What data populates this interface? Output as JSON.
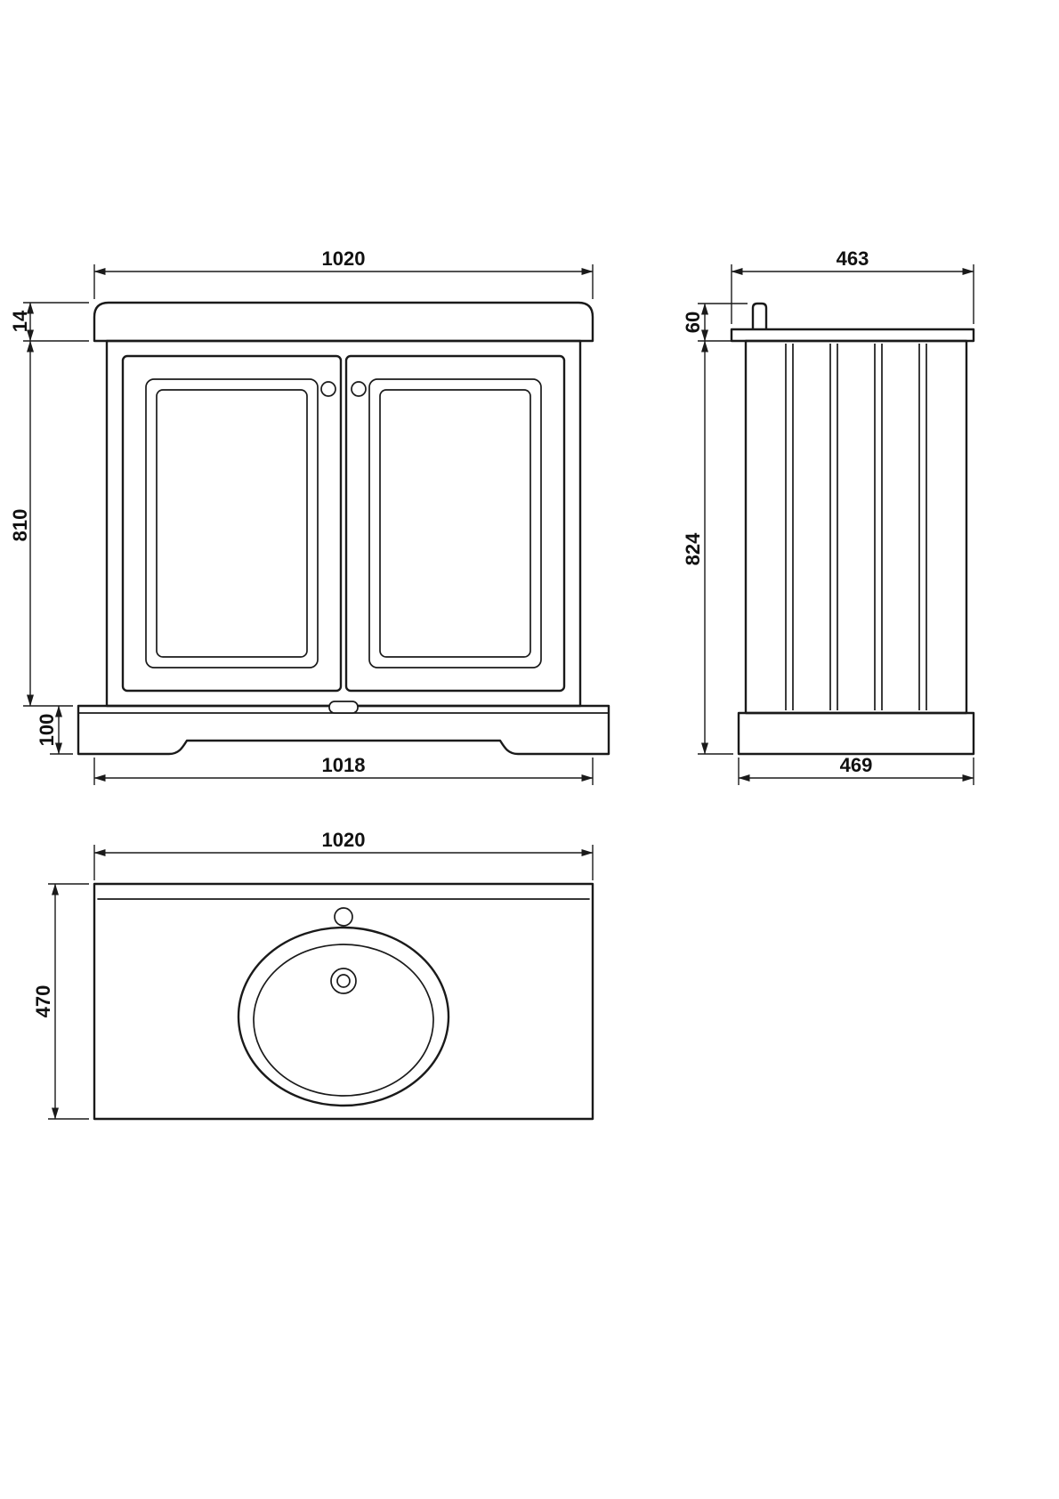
{
  "drawing": {
    "colors": {
      "line": "#1a1a1a",
      "background": "#ffffff"
    },
    "views": {
      "front": {
        "dimensions": {
          "top_width": "1020",
          "worktop_thickness": "14",
          "cabinet_height": "810",
          "plinth_height": "100",
          "bottom_width": "1018"
        }
      },
      "side": {
        "dimensions": {
          "top_depth": "463",
          "upstand_height": "60",
          "body_height": "824",
          "bottom_depth": "469"
        }
      },
      "plan": {
        "dimensions": {
          "width": "1020",
          "depth": "470"
        }
      }
    }
  }
}
